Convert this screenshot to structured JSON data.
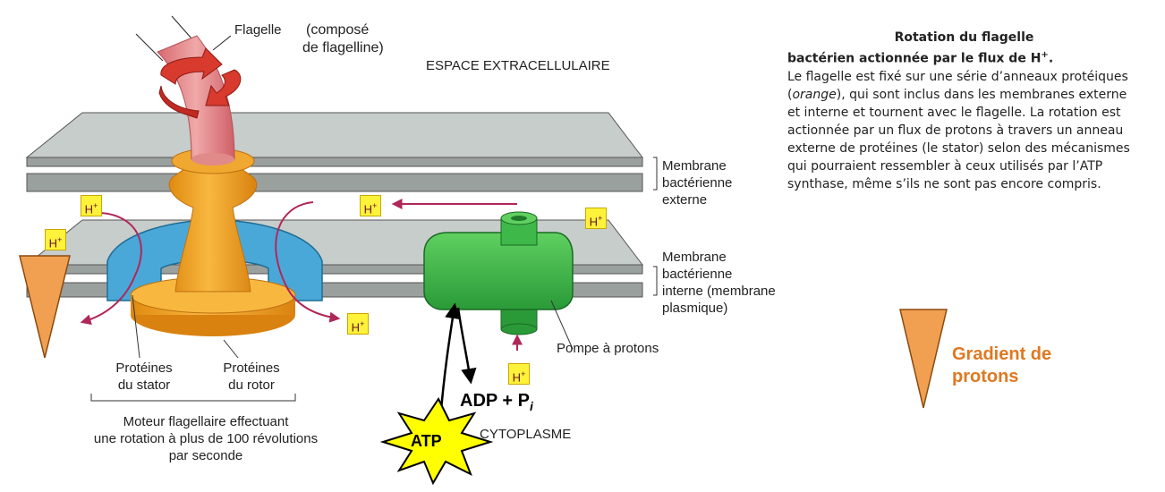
{
  "labels": {
    "flagelle": "Flagelle",
    "compose": "(composé",
    "de_flagelline": "de flagelline)",
    "espace_extracellulaire": "ESPACE EXTRACELLULAIRE",
    "membrane_externe": [
      "Membrane",
      "bactérienne",
      "externe"
    ],
    "membrane_interne": [
      "Membrane",
      "bactérienne",
      "interne (membrane",
      "plasmique)"
    ],
    "pompe": "Pompe à protons",
    "proteines_stator": [
      "Protéines",
      "du stator"
    ],
    "proteines_rotor": [
      "Protéines",
      "du rotor"
    ],
    "moteur": [
      "Moteur flagellaire effectuant",
      "une rotation à plus de 100 révolutions",
      "par seconde"
    ],
    "cytoplasme": "CYTOPLASME",
    "adp": "ADP + P",
    "adp_sub": "i",
    "atp": "ATP",
    "proton": "H",
    "proton_sup": "+",
    "gradient": [
      "Gradient de",
      "protons"
    ]
  },
  "caption": {
    "title_line1": "Rotation du flagelle",
    "title_line2": "bactérien actionnée par le flux de H",
    "title_sup": "+",
    "title_end": ".",
    "body_part1": "Le flagelle est fixé sur une série d’anneaux protéiques (",
    "body_italic": "orange",
    "body_part2": "), qui sont inclus dans les membranes externe et interne et tournent avec le flagelle. La rotation est actionnée par un flux de protons à travers un anneau externe de protéines (le stator) selon des mécanismes qui pourraient ressembler à ceux utilisés par l’ATP synthase, même s’ils ne sont pas encore compris."
  },
  "colors": {
    "rotor": "#f5a623",
    "stator": "#4aa8d8",
    "pump": "#3fb84a",
    "flagellum": "#e8888a",
    "arrow_rot": "#d93a2e",
    "membrane": "#bfc6c4",
    "proton_box": "#fff23a",
    "proton_arrow": "#b0285a",
    "gradient": "#f0a050"
  }
}
